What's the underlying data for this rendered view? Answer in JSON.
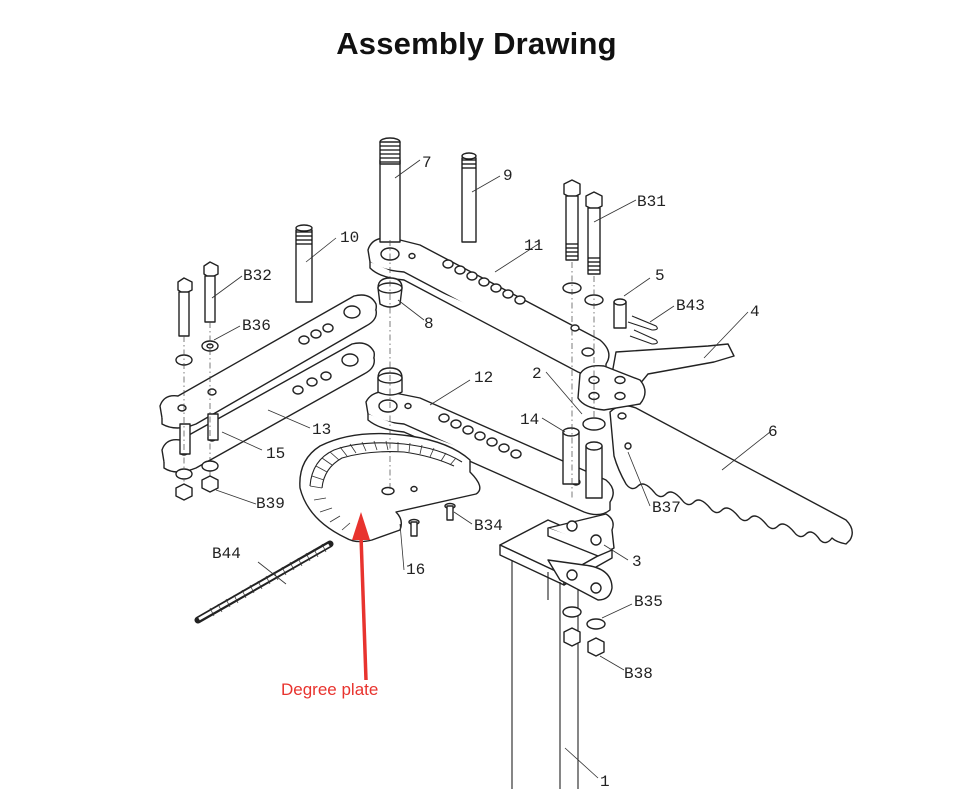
{
  "title": "Assembly Drawing",
  "callout": {
    "text": "Degree  plate",
    "color": "#e8332e"
  },
  "part_labels": {
    "p1": "1",
    "p2": "2",
    "p3": "3",
    "p4": "4",
    "p5": "5",
    "p6": "6",
    "p7": "7",
    "p8": "8",
    "p9": "9",
    "p10": "10",
    "p11": "11",
    "p12": "12",
    "p13": "13",
    "p14": "14",
    "p15": "15",
    "p16": "16",
    "b31": "B31",
    "b32": "B32",
    "b34": "B34",
    "b35": "B35",
    "b36": "B36",
    "b37": "B37",
    "b38": "B38",
    "b39": "B39",
    "b43": "B43",
    "b44": "B44"
  }
}
